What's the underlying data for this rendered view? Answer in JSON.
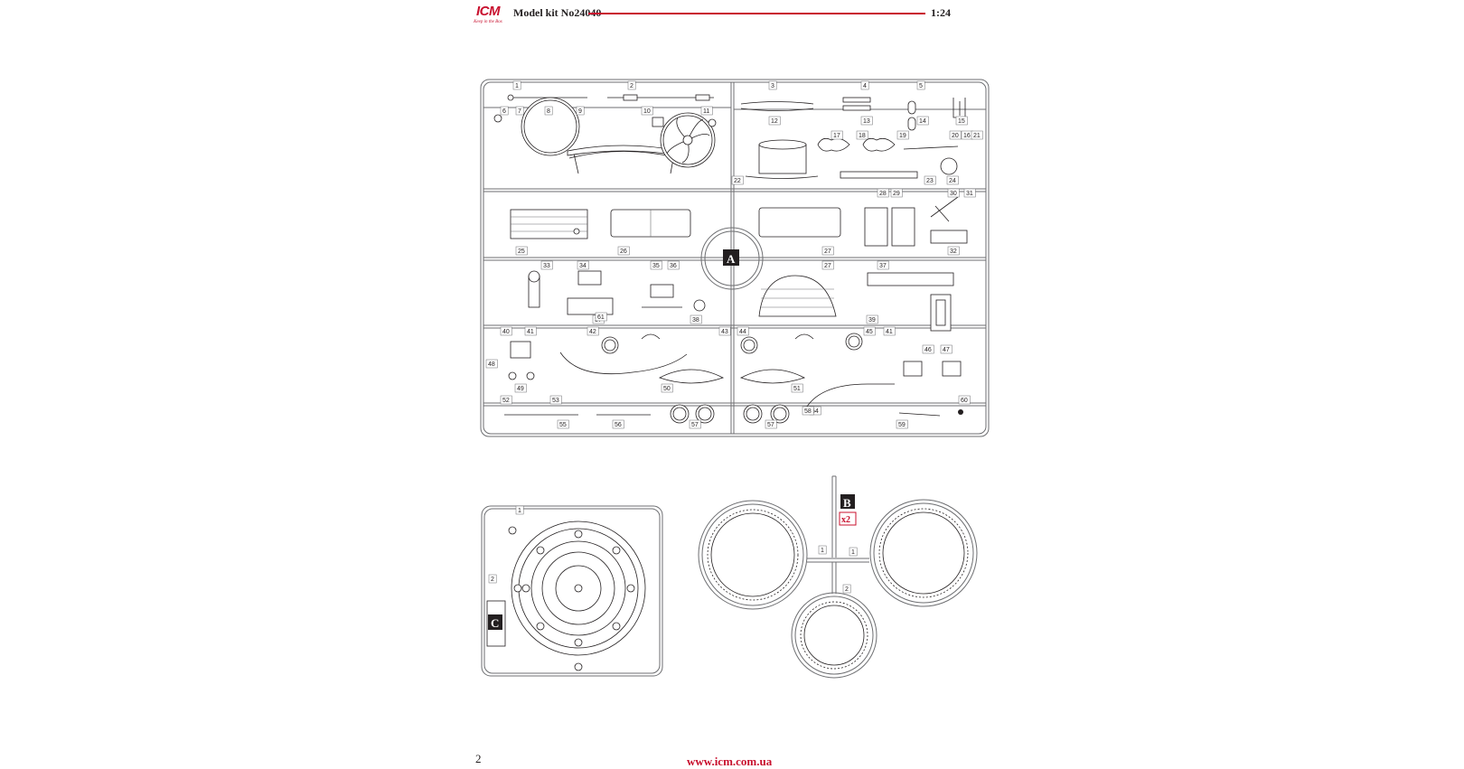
{
  "header": {
    "logo": "ICM",
    "logo_tagline": "Keep in the Box",
    "kit_title": "Model kit No24040",
    "scale": "1:24",
    "accent_color": "#c8102e"
  },
  "sprues": {
    "a": {
      "letter": "A",
      "part_numbers": [
        "1",
        "2",
        "3",
        "4",
        "5",
        "6",
        "7",
        "8",
        "9",
        "10",
        "11",
        "12",
        "13",
        "14",
        "15",
        "16",
        "17",
        "18",
        "19",
        "20",
        "21",
        "22",
        "23",
        "24",
        "25",
        "26",
        "27",
        "27",
        "28",
        "29",
        "30",
        "31",
        "32",
        "33",
        "34",
        "35",
        "36",
        "37",
        "37",
        "38",
        "39",
        "40",
        "41",
        "41",
        "42",
        "43",
        "44",
        "45",
        "46",
        "47",
        "48",
        "49",
        "50",
        "51",
        "52",
        "53",
        "54",
        "55",
        "56",
        "57",
        "57",
        "58",
        "59",
        "60",
        "61"
      ]
    },
    "b": {
      "letter": "B",
      "multiplier": "x2",
      "part_numbers": [
        "1",
        "1",
        "2"
      ]
    },
    "c": {
      "letter": "C",
      "part_numbers": [
        "1",
        "2"
      ]
    }
  },
  "footer": {
    "page_number": "2",
    "url": "www.icm.com.ua"
  }
}
